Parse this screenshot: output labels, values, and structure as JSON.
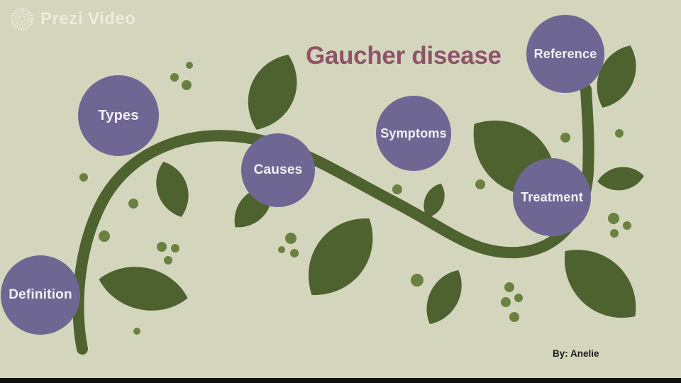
{
  "brand": {
    "name": "Prezi Video",
    "logo_icon": "prezi-sunburst-icon"
  },
  "title": "Gaucher disease",
  "author_credit": "By: Anelie",
  "nodes": [
    {
      "id": "definition",
      "label": "Definition"
    },
    {
      "id": "types",
      "label": "Types"
    },
    {
      "id": "causes",
      "label": "Causes"
    },
    {
      "id": "symptoms",
      "label": "Symptoms"
    },
    {
      "id": "treatment",
      "label": "Treatment"
    },
    {
      "id": "reference",
      "label": "Reference"
    }
  ],
  "illustration": {
    "description": "hand-drawn olive vine with leaves and berry dots connecting the topic bubbles",
    "leaf_count": 11,
    "berry_count": 25
  },
  "colors": {
    "background": "#d3d6bc",
    "vine": "#4e6230",
    "berry_dots": "#6a8141",
    "node_fill": "#6e6793",
    "node_text": "#f2eff7",
    "title_text": "#8e5368",
    "author_text": "#1e1e1e",
    "brand_text": "#eff1e3",
    "bottom_bar": "#0e0e0e"
  }
}
